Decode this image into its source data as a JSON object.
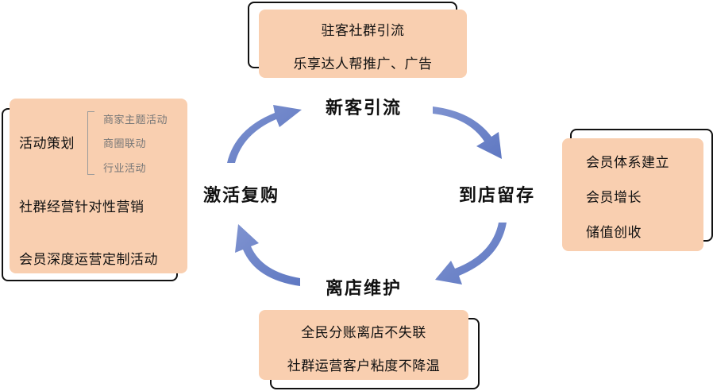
{
  "stages": {
    "new_customer": "新客引流",
    "retention": "到店留存",
    "offline_maintenance": "离店维护",
    "reactivation": "激活复购"
  },
  "top_box": {
    "lines": [
      "驻客社群引流",
      "乐享达人帮推广、广告"
    ]
  },
  "right_box": {
    "lines": [
      "会员体系建立",
      "会员增长",
      "储值创收"
    ]
  },
  "bottom_box": {
    "lines": [
      "全民分账离店不失联",
      "社群运营客户粘度不降温"
    ]
  },
  "left_box": {
    "activity_planning": "活动策划",
    "activity_sub": [
      "商家主题活动",
      "商圈联动",
      "行业活动"
    ],
    "lines": [
      "社群经营针对性营销",
      "会员深度运营定制活动"
    ]
  },
  "colors": {
    "card_fill": "#f9cfb0",
    "arrow": "#6f86c9",
    "frame": "#111111"
  }
}
